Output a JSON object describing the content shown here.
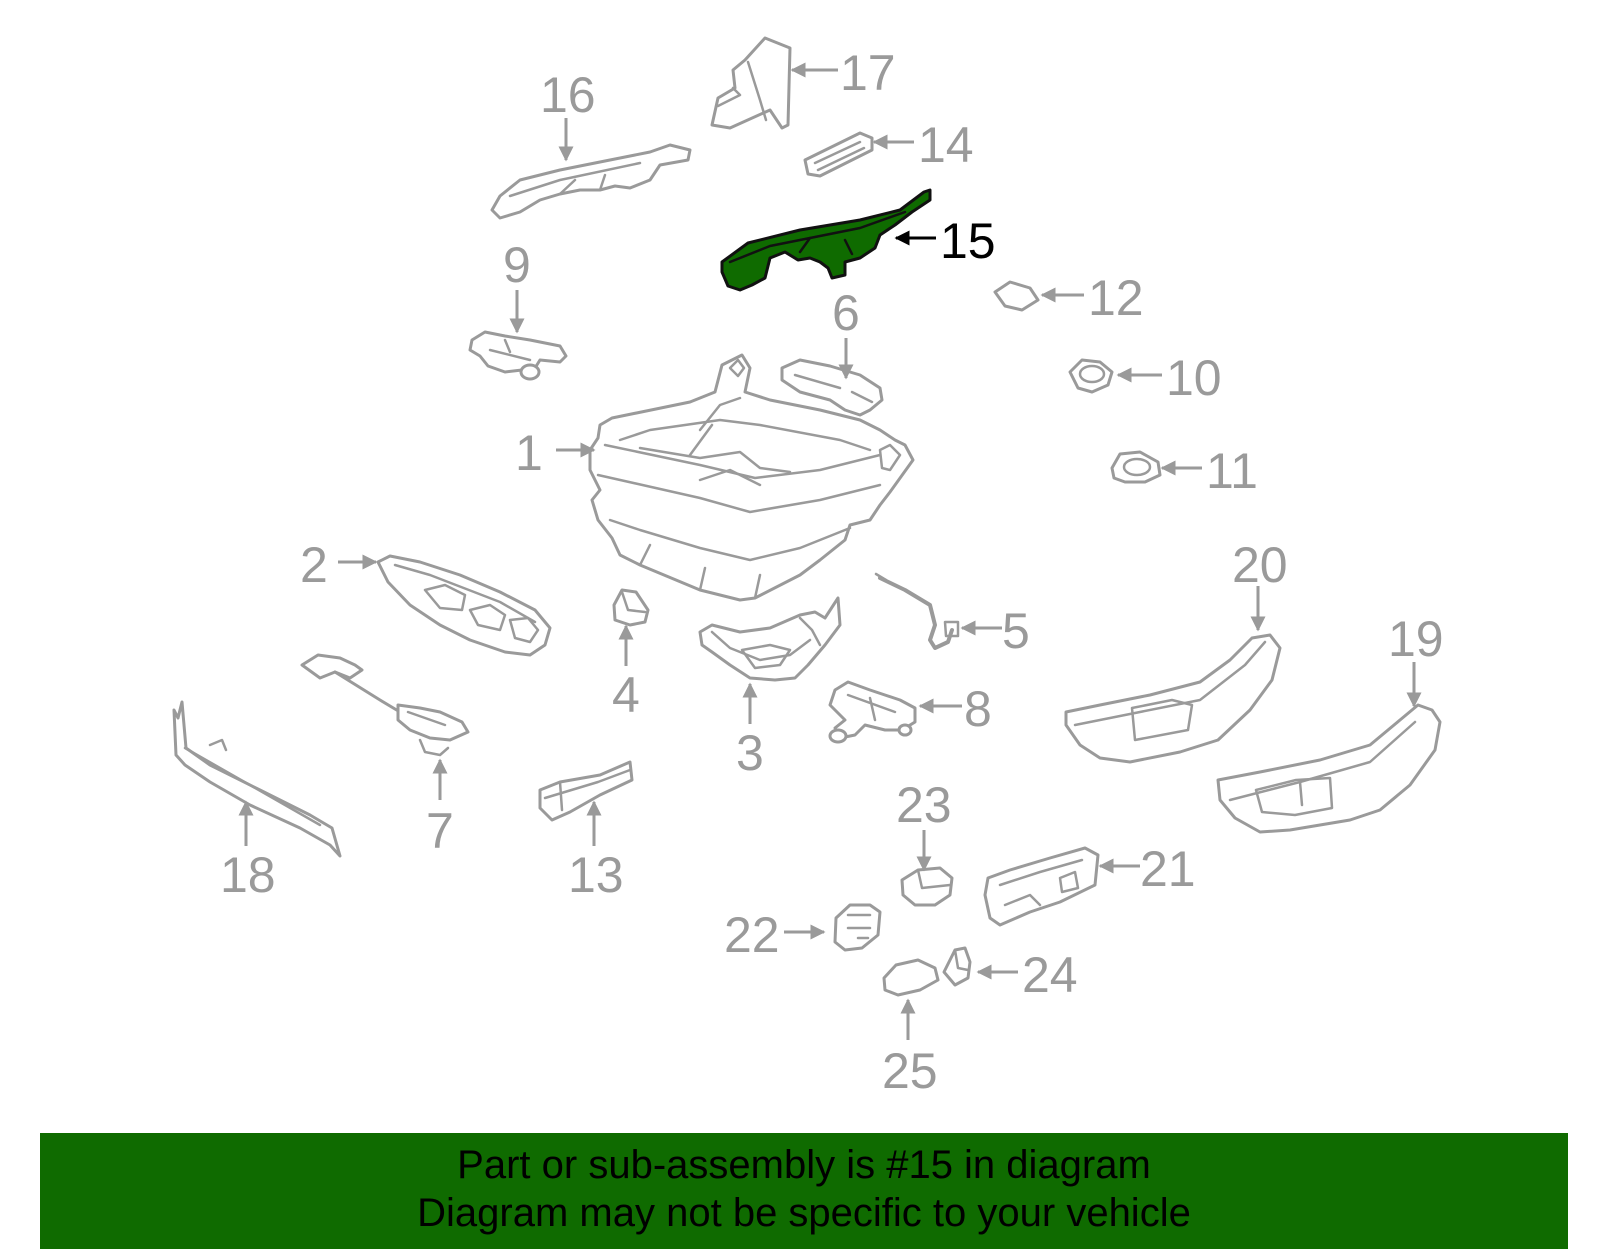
{
  "diagram": {
    "highlight_color": "#0f6b00",
    "line_color": "#9a9a9a",
    "highlight_label": "15",
    "labels": {
      "p1": "1",
      "p2": "2",
      "p3": "3",
      "p4": "4",
      "p5": "5",
      "p6": "6",
      "p7": "7",
      "p8": "8",
      "p9": "9",
      "p10": "10",
      "p11": "11",
      "p12": "12",
      "p13": "13",
      "p14": "14",
      "p15": "15",
      "p16": "16",
      "p17": "17",
      "p18": "18",
      "p19": "19",
      "p20": "20",
      "p21": "21",
      "p22": "22",
      "p23": "23",
      "p24": "24",
      "p25": "25"
    }
  },
  "banner": {
    "line1": "Part or sub-assembly is #15 in diagram",
    "line2": "Diagram may not be specific to your vehicle",
    "background": "#0f6b00"
  }
}
